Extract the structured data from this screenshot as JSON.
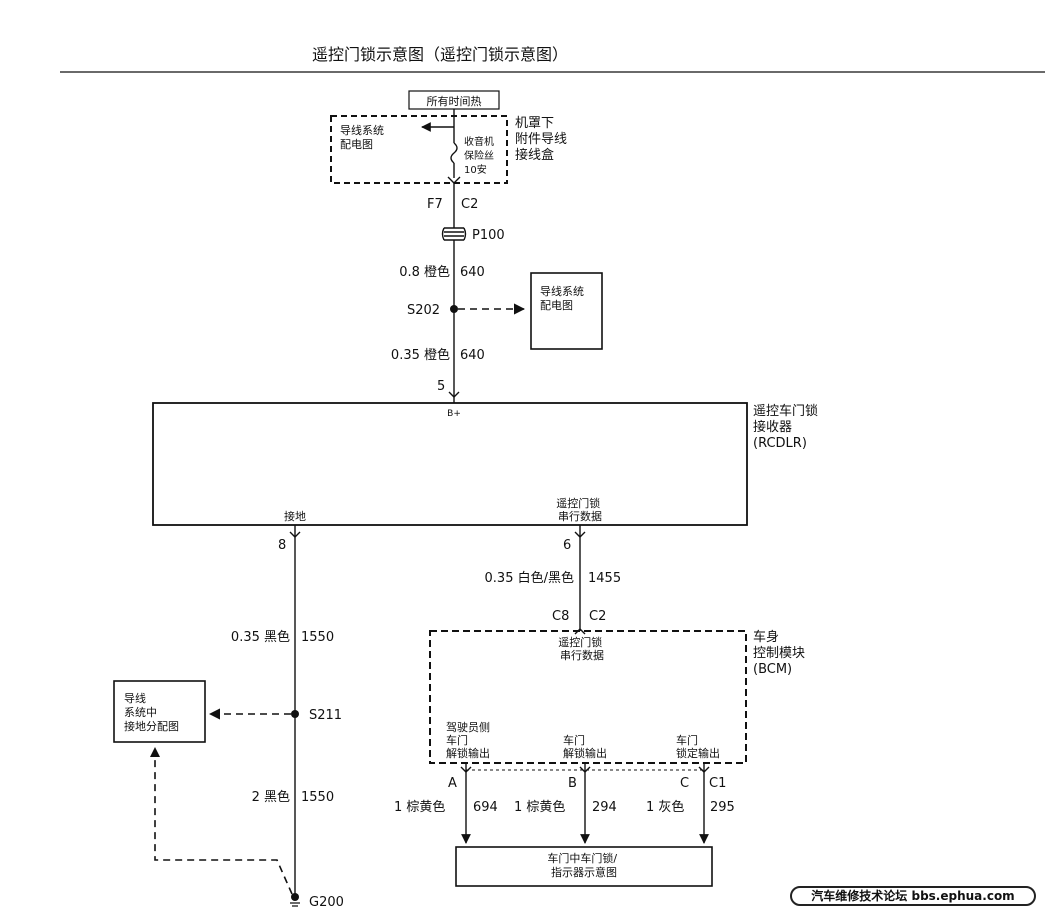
{
  "page_title": "遥控门锁示意图（遥控门锁示意图）",
  "power_label": "所有时间热",
  "fuse_box": {
    "name_lines": [
      "机罩下",
      "附件导线",
      "接线盒"
    ],
    "ref_lines": [
      "导线系统",
      "配电图"
    ],
    "fuse_lines": [
      "收音机",
      "保险丝",
      "10安"
    ]
  },
  "connectors": {
    "fuse_out_left": "F7",
    "fuse_out_right": "C2",
    "p100": "P100",
    "rcdlr_in_pin": "5",
    "rcdlr_ground_pin": "8",
    "rcdlr_data_pin": "6",
    "bcm_in_left": "C8",
    "bcm_in_right": "C2",
    "bcm_out_a": "A",
    "bcm_out_b": "B",
    "bcm_out_c": "C",
    "bcm_out_c1": "C1"
  },
  "wires": {
    "w1_size_color": "0.8  橙色",
    "w1_circuit": "640",
    "w2_size_color": "0.35  橙色",
    "w2_circuit": "640",
    "w3_size_color": "0.35  白色/黑色",
    "w3_circuit": "1455",
    "w4_size_color": "0.35  黑色",
    "w4_circuit": "1550",
    "w5_size_color": "2  黑色",
    "w5_circuit": "1550",
    "w6_size_color": "1  棕黄色",
    "w6_circuit": "694",
    "w7_size_color": "1  棕黄色",
    "w7_circuit": "294",
    "w8_size_color": "1  灰色",
    "w8_circuit": "295"
  },
  "splices": {
    "s202": "S202",
    "s211": "S211",
    "g200": "G200"
  },
  "ref_box_s202_lines": [
    "导线系统",
    "配电图"
  ],
  "ref_box_ground_lines": [
    "导线",
    "系统中",
    "接地分配图"
  ],
  "rcdlr": {
    "name_lines": [
      "遥控车门锁",
      "接收器",
      "(RCDLR)"
    ],
    "bplus": "B+",
    "ground_label": "接地",
    "data_lines": [
      "遥控门锁",
      "串行数据"
    ]
  },
  "bcm": {
    "name_lines": [
      "车身",
      "控制模块",
      "(BCM)"
    ],
    "data_lines": [
      "遥控门锁",
      "串行数据"
    ],
    "out_a_lines": [
      "驾驶员侧",
      "车门",
      "解锁输出"
    ],
    "out_b_lines": [
      "车门",
      "解锁输出"
    ],
    "out_c_lines": [
      "车门",
      "锁定输出"
    ]
  },
  "door_lock_box_lines": [
    "车门中车门锁/",
    "指示器示意图"
  ],
  "watermark": "汽车维修技术论坛 bbs.ephua.com"
}
